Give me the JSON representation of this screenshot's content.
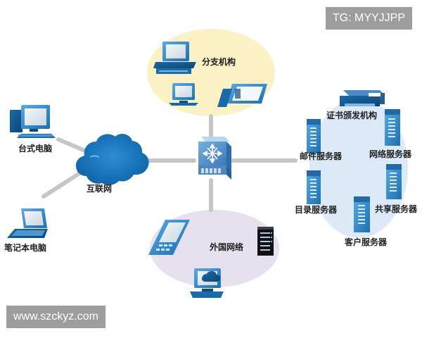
{
  "watermarks": {
    "top": "TG: MYYJJPP",
    "bottom": "www.szckyz.com"
  },
  "labels": {
    "desktop": "台式电脑",
    "internet": "互联网",
    "laptop": "笔记本电脑",
    "branch": "分支机构",
    "foreign_network": "外国网络",
    "ca": "证书颁发机构",
    "mail_server": "邮件服务器",
    "network_server": "网络服务器",
    "directory_server": "目录服务器",
    "shared_server": "共享服务器",
    "client_server": "客户服务器"
  },
  "colors": {
    "line": "#c6c6c6",
    "branch_cloud": "#fbf1c5",
    "foreign_cloud": "#e7e0ef",
    "server_cloud": "#dce9f8",
    "internet_cloud": "#0f6fb8",
    "device": "#1e6eaa",
    "device_dark": "#0f4b7c",
    "device_light": "#4aa0df",
    "screen": "#dfe8ef",
    "hub": "#5d95cc",
    "watermark_bg": "#9d9d9d",
    "text": "#202020"
  },
  "icons": {
    "desktop": "desktop-computer-icon",
    "laptop": "laptop-icon",
    "internet": "internet-cloud-icon",
    "hub": "switch-hub-icon",
    "branch_desktop": "branch-desktop-icon",
    "branch_monitor": "branch-monitor-icon",
    "branch_tablet": "branch-tablet-icon",
    "ca_printer": "certificate-authority-printer-icon",
    "mail_server": "mail-server-icon",
    "network_server": "network-server-icon",
    "directory_server": "directory-server-icon",
    "shared_server": "shared-server-icon",
    "client_server": "client-server-icon",
    "pda": "pda-icon",
    "rack": "rack-server-icon",
    "foreign_monitor": "foreign-monitor-icon"
  }
}
